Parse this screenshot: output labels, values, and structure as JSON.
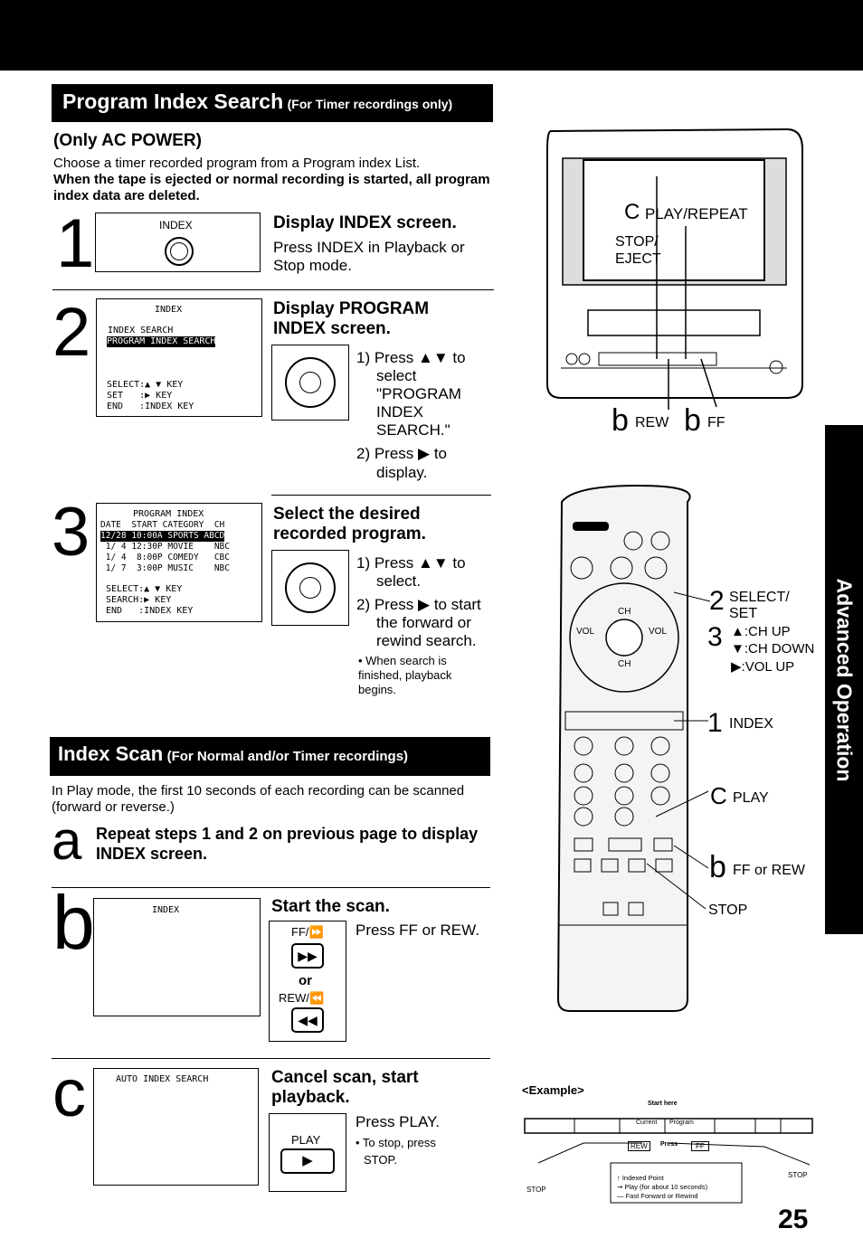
{
  "header": {
    "title_main": "Program Index Search",
    "title_sub": "(For Timer recordings only)"
  },
  "power_note": "(Only AC POWER)",
  "intro": "Choose a timer recorded program from a Program index List.",
  "warning": "When the tape is ejected or normal recording is started, all program index data are deleted.",
  "steps": [
    {
      "num": "1",
      "screen_label": "INDEX",
      "title": "Display INDEX screen.",
      "text": "Press INDEX in Playback or Stop mode."
    },
    {
      "num": "2",
      "screen": {
        "line1": "INDEX",
        "line2": "INDEX SEARCH",
        "line3": "PROGRAM INDEX SEARCH",
        "line4": "SELECT:▲ ▼ KEY",
        "line5": "SET   :▶ KEY",
        "line6": "END   :INDEX KEY"
      },
      "title": "Display PROGRAM INDEX screen.",
      "item1_num": "1) Press ▲▼ to",
      "item1_rest": "select \"PROGRAM INDEX SEARCH.\"",
      "item2_num": "2) Press ▶ to",
      "item2_rest": "display."
    },
    {
      "num": "3",
      "screen": {
        "line1": "PROGRAM INDEX",
        "line2": "DATE  START CATEGORY  CH",
        "line3": "12/28 10:00A SPORTS ABCD",
        "line4": " 1/ 4 12:30P MOVIE    NBC",
        "line5": " 1/ 4  8:00P COMEDY   CBC",
        "line6": " 1/ 7  3:00P MUSIC    NBC",
        "line7": "SELECT:▲ ▼ KEY",
        "line8": "SEARCH:▶ KEY",
        "line9": "END   :INDEX KEY"
      },
      "title": "Select the desired recorded program.",
      "item1": "1) Press ▲▼ to",
      "item1_rest": "select.",
      "item2": "2) Press ▶ to start",
      "item2_rest": "the forward or rewind search.",
      "note": "• When search is finished, playback begins."
    }
  ],
  "index_scan": {
    "title_main": "Index Scan",
    "title_sub": "(For Normal and/or Timer recordings)",
    "intro": "In Play mode, the first 10 seconds of each recording can be scanned (forward or reverse.)",
    "step_a_letter": "a",
    "step_a_text": "Repeat steps 1 and 2 on previous page to display INDEX screen.",
    "step_b_letter": "b",
    "step_b_screen": "INDEX",
    "step_b_title": "Start the scan.",
    "step_b_text": "Press FF or REW.",
    "ff_label": "FF/⏩",
    "or_label": "or",
    "rew_label": "REW/⏪",
    "step_c_letter": "c",
    "step_c_screen": "AUTO INDEX SEARCH",
    "step_c_title": "Cancel scan, start playback.",
    "step_c_text": "Press PLAY.",
    "play_label": "PLAY",
    "step_c_note1": "• To stop, press",
    "step_c_note2": "STOP."
  },
  "tv": {
    "label_c": "C",
    "label_playrepeat": "PLAY/REPEAT",
    "label_stop": "STOP/",
    "label_eject": "EJECT",
    "label_b1": "b",
    "label_rew": "REW",
    "label_b2": "b",
    "label_ff": "FF"
  },
  "remote": {
    "label_2": "2",
    "label_select": "SELECT/",
    "label_set": "SET",
    "label_3": "3",
    "label_chup": "▲:CH UP",
    "label_chdown": "▼:CH DOWN",
    "label_volup": "▶:VOL UP",
    "label_1": "1",
    "label_index": "INDEX",
    "label_c": "C",
    "label_play": "PLAY",
    "label_b": "b",
    "label_ffrew": "FF or REW",
    "label_stop": "STOP",
    "btn_ch": "CH",
    "btn_vol": "VOL"
  },
  "example": {
    "title": "<Example>",
    "start_here": "Start here",
    "current": "Current",
    "program": "Program",
    "rew": "REW",
    "press": "Press",
    "ff": "FF",
    "stop_left": "STOP",
    "stop_right": "STOP",
    "legend1": "↑ Indexed Point",
    "legend2": "⇝ Play (for about 10 seconds)",
    "legend3": "— Fast Forward or Rewind"
  },
  "side_tab": "Advanced Operation",
  "page_number": "25"
}
